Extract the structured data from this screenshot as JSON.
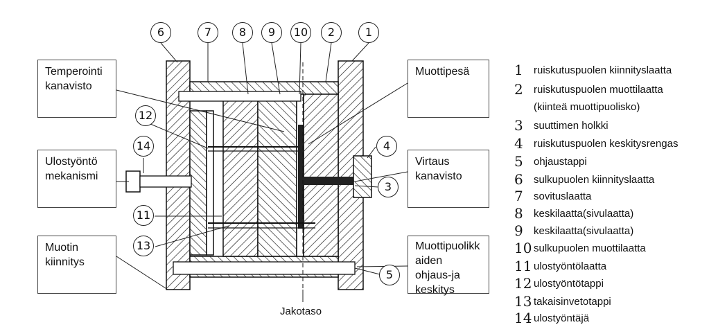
{
  "callouts": {
    "temperointi": "Temperointi kanavisto",
    "muottipesa": "Muottipesä",
    "ulostyonto": "Ulostyöntö mekanismi",
    "virtaus": "Virtaus kanavisto",
    "kiinnitys": "Muotin kiinnitys",
    "ohjaus": "Muottipuolikk aiden ohjaus-ja keskitys",
    "jakotaso": "Jakotaso"
  },
  "legend": [
    {
      "num": "1",
      "text": "ruiskutuspuolen kiinnityslaatta"
    },
    {
      "num": "2",
      "text": "ruiskutuspuolen muottilaatta"
    },
    {
      "num": "",
      "text": "(kiinteä muottipuolisko)"
    },
    {
      "num": "3",
      "text": "suuttimen holkki"
    },
    {
      "num": "4",
      "text": "ruiskutuspuolen keskitysrengas"
    },
    {
      "num": "5",
      "text": "ohjaustappi"
    },
    {
      "num": "6",
      "text": "sulkupuolen kiinnityslaatta"
    },
    {
      "num": "7",
      "text": "sovituslaatta"
    },
    {
      "num": "8",
      "text": "keskilaatta(sivulaatta)"
    },
    {
      "num": "9",
      "text": "keskilaatta(sivulaatta)"
    },
    {
      "num": "10",
      "text": "sulkupuolen muottilaatta"
    },
    {
      "num": "11",
      "text": "ulostyöntölaatta"
    },
    {
      "num": "12",
      "text": "ulostyöntötappi"
    },
    {
      "num": "13",
      "text": "takaisinvetotappi"
    },
    {
      "num": "14",
      "text": "ulostyöntäjä"
    }
  ],
  "part_numbers": [
    "6",
    "7",
    "8",
    "9",
    "10",
    "2",
    "1",
    "12",
    "14",
    "4",
    "3",
    "11",
    "13",
    "5"
  ]
}
